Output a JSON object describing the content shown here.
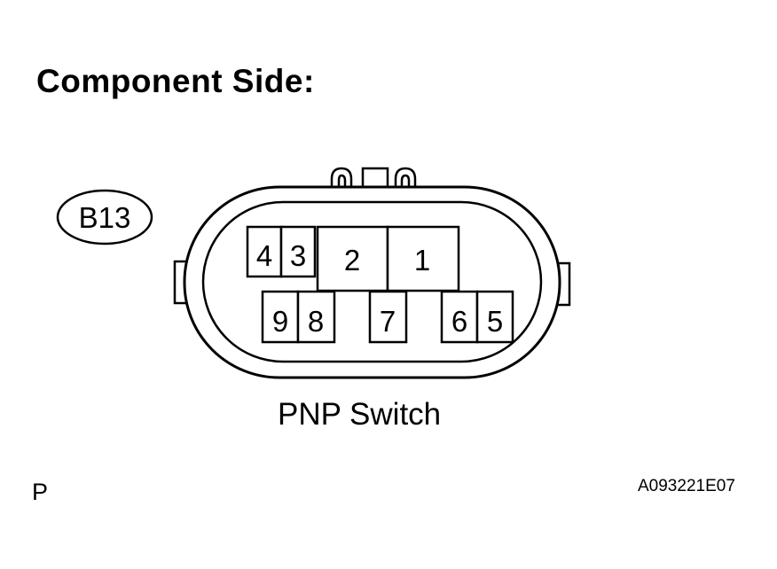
{
  "heading": "Component Side:",
  "connector": {
    "tag": "B13",
    "pins": {
      "p1": "1",
      "p2": "2",
      "p3": "3",
      "p4": "4",
      "p5": "5",
      "p6": "6",
      "p7": "7",
      "p8": "8",
      "p9": "9"
    }
  },
  "caption": "PNP Switch",
  "footer": {
    "page_mark": "P",
    "figure_id": "A093221E07"
  }
}
